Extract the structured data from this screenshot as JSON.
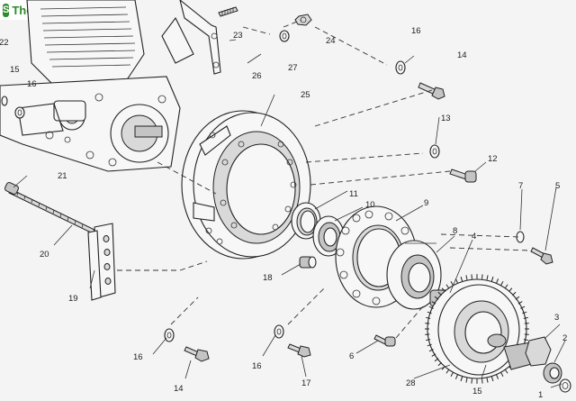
{
  "watermark": {
    "text": "TheSamba.com"
  },
  "labels": [
    {
      "id": "22",
      "text": "22"
    },
    {
      "id": "15a",
      "text": "15"
    },
    {
      "id": "16a",
      "text": "16"
    },
    {
      "id": "23",
      "text": "23"
    },
    {
      "id": "24",
      "text": "24"
    },
    {
      "id": "27",
      "text": "27"
    },
    {
      "id": "26",
      "text": "26"
    },
    {
      "id": "25",
      "text": "25"
    },
    {
      "id": "16b",
      "text": "16"
    },
    {
      "id": "14a",
      "text": "14"
    },
    {
      "id": "13",
      "text": "13"
    },
    {
      "id": "12",
      "text": "12"
    },
    {
      "id": "21",
      "text": "21"
    },
    {
      "id": "11",
      "text": "11"
    },
    {
      "id": "10",
      "text": "10"
    },
    {
      "id": "9",
      "text": "9"
    },
    {
      "id": "7",
      "text": "7"
    },
    {
      "id": "5",
      "text": "5"
    },
    {
      "id": "8",
      "text": "8"
    },
    {
      "id": "4",
      "text": "4"
    },
    {
      "id": "20",
      "text": "20"
    },
    {
      "id": "18",
      "text": "18"
    },
    {
      "id": "19",
      "text": "19"
    },
    {
      "id": "3",
      "text": "3"
    },
    {
      "id": "2",
      "text": "2"
    },
    {
      "id": "1",
      "text": "1"
    },
    {
      "id": "6",
      "text": "6"
    },
    {
      "id": "16c",
      "text": "16"
    },
    {
      "id": "16d",
      "text": "16"
    },
    {
      "id": "14b",
      "text": "14"
    },
    {
      "id": "17",
      "text": "17"
    },
    {
      "id": "28",
      "text": "28"
    },
    {
      "id": "15b",
      "text": "15"
    }
  ]
}
